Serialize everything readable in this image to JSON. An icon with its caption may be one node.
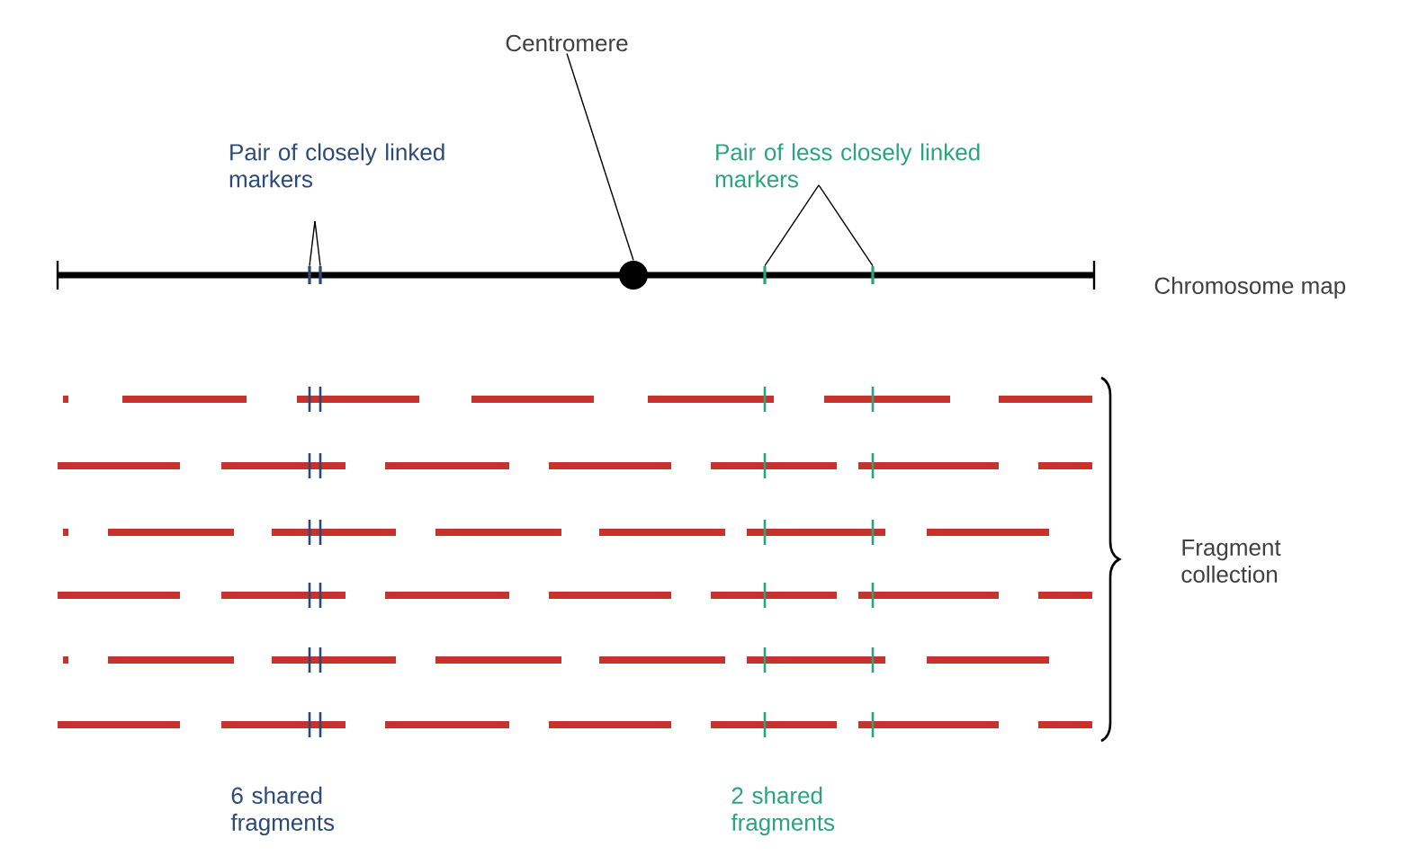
{
  "diagram": {
    "nodes": [
      {
        "text": [
          "Centromere"
        ]
      },
      {
        "text": [
          "Pair of closely linked markers"
        ]
      },
      {
        "text": [
          "Pair of less closely linked markers"
        ]
      },
      {
        "text": [],
        "shape": "circle"
      },
      {
        "text": [],
        "shape": "bar"
      },
      {
        "text": [],
        "shape": "bar"
      },
      {
        "text": [],
        "shape": "bar"
      },
      {
        "text": [],
        "shape": "bar"
      }
    ],
    "edges": [
      {
        "from": 0,
        "to": 3,
        "arrow": "none"
      },
      {
        "from": 1,
        "to": 4,
        "arrow": "none"
      },
      {
        "from": 1,
        "to": 5,
        "arrow": "none"
      },
      {
        "from": 2,
        "to": 6,
        "arrow": "none"
      },
      {
        "from": 2,
        "to": 7,
        "arrow": "none"
      }
    ],
    "labels": [
      "Chromosome map",
      "Fragment collection",
      "6 shared fragments",
      "2 shared fragments"
    ]
  }
}
